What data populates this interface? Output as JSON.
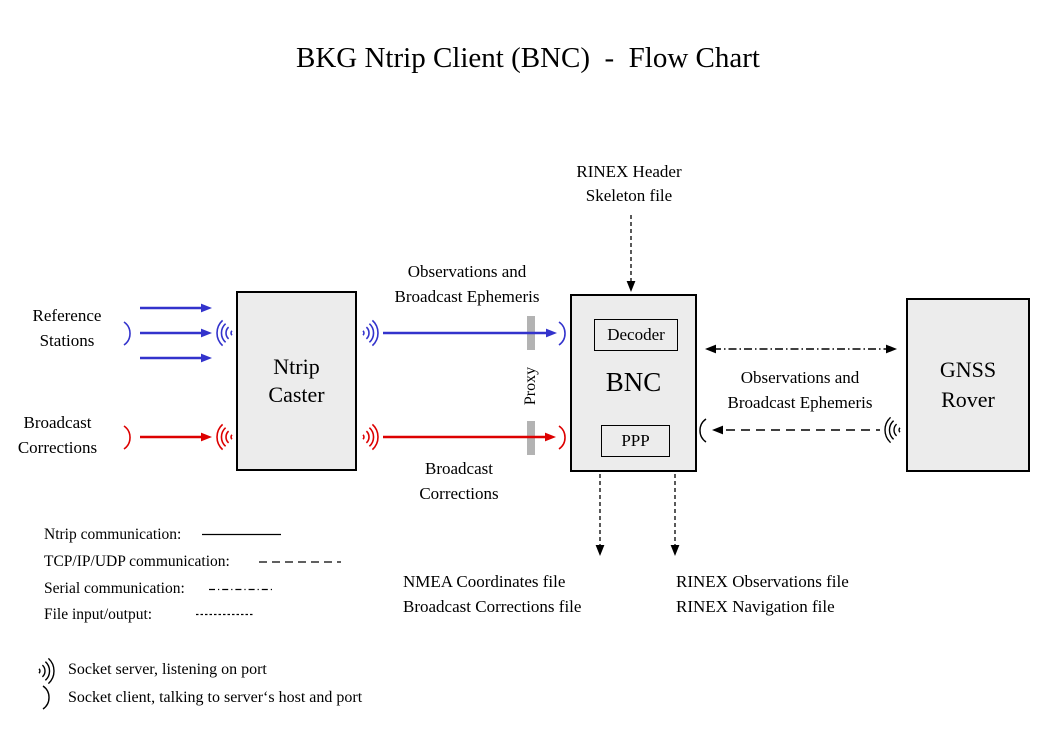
{
  "title": "BKG Ntrip Client (BNC)  -  Flow Chart",
  "labels": {
    "rinex_header_skeleton": "RINEX Header\nSkeleton file",
    "reference_stations": "Reference\nStations",
    "broadcast_corrections_input": "Broadcast\nCorrections",
    "observations_ephemeris_caster_to_bnc": "Observations and\nBroadcast Ephemeris",
    "proxy": "Proxy",
    "broadcast_corrections_caster_to_bnc": "Broadcast\nCorrections",
    "observations_ephemeris_bnc_rover": "Observations and\nBroadcast Ephemeris",
    "nmea_outputs": "NMEA Coordinates file\nBroadcast Corrections file",
    "rinex_outputs": "RINEX Observations file\nRINEX Navigation file"
  },
  "nodes": {
    "ntrip_caster": "Ntrip\nCaster",
    "bnc": "BNC",
    "decoder": "Decoder",
    "ppp": "PPP",
    "gnss_rover": "GNSS\nRover"
  },
  "legend": {
    "items": [
      {
        "label": "Ntrip communication:",
        "line_style": "solid"
      },
      {
        "label": "TCP/IP/UDP communication:",
        "line_style": "dashed"
      },
      {
        "label": "Serial communication:",
        "line_style": "dash-dot"
      },
      {
        "label": "File input/output:",
        "line_style": "dotted"
      }
    ],
    "socket_server": "Socket server, listening on port",
    "socket_client": "Socket client, talking to server‘s host and port"
  },
  "colors": {
    "ntrip_stream_blue": "#3333cc",
    "corrections_red": "#dd0000",
    "node_fill": "#ececec",
    "proxy_bar": "#b3b3b3"
  }
}
